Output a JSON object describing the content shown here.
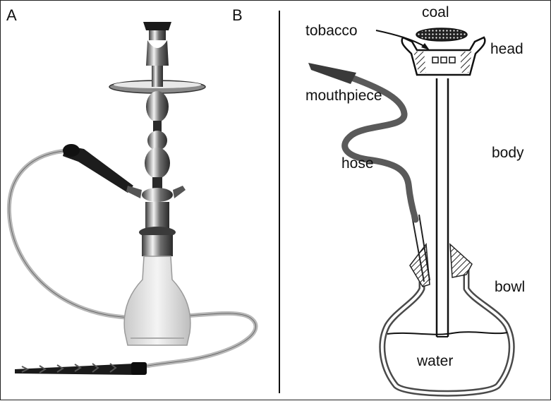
{
  "panels": {
    "a": {
      "letter": "A"
    },
    "b": {
      "letter": "B"
    }
  },
  "labels": {
    "coal": "coal",
    "tobacco": "tobacco",
    "head": "head",
    "mouthpiece": "mouthpiece",
    "body": "body",
    "hose": "hose",
    "bowl": "bowl",
    "water": "water"
  }
}
